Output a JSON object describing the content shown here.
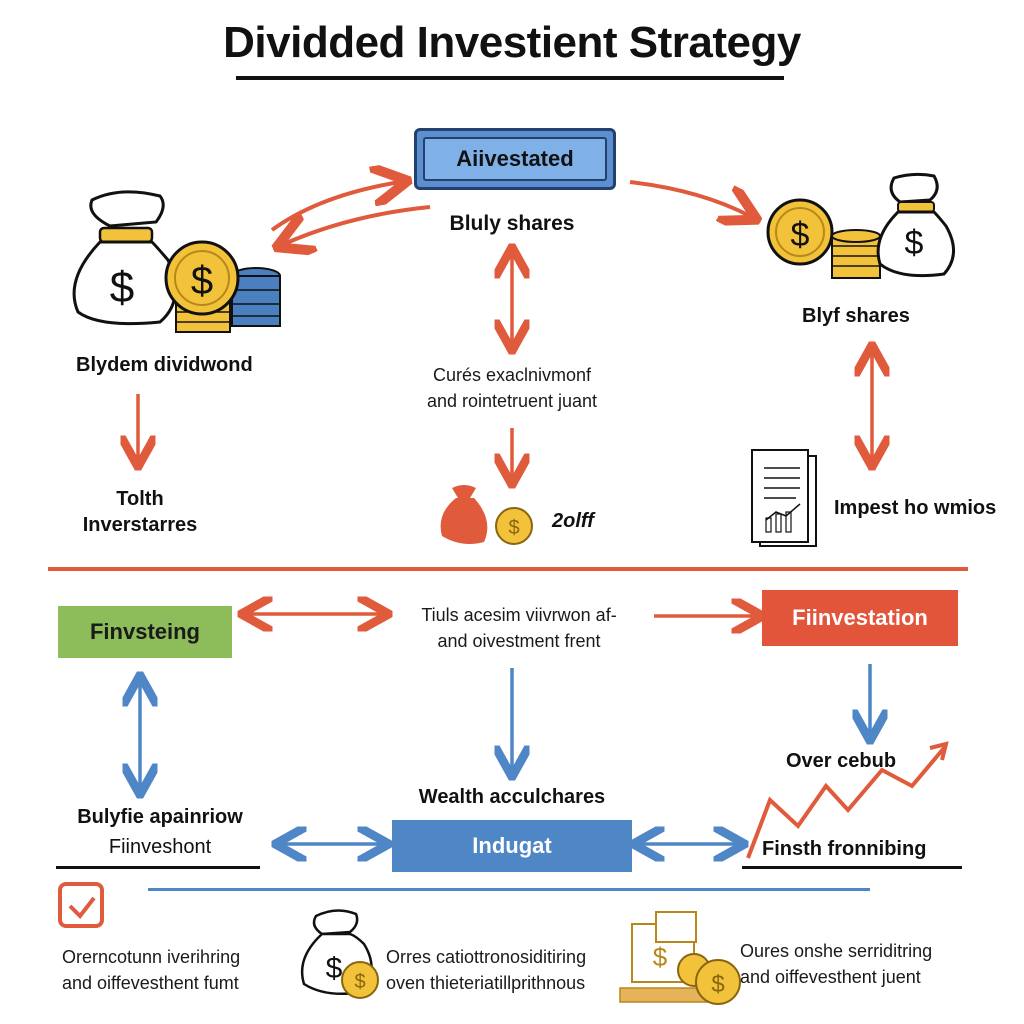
{
  "title": "Dividded Investient Strategy",
  "top_box": {
    "label": "Aiivestated",
    "sublabel": "Bluly shares"
  },
  "left_top": {
    "label": "Blydem dividwond"
  },
  "left_mid": {
    "line1": "Tolth",
    "line2": "Inverstarres"
  },
  "center_text": {
    "line1": "Curés exaclnivmonf",
    "line2": "and rointetruent juant"
  },
  "center_amount": "2olff",
  "right_top": {
    "label": "Blyf shares"
  },
  "right_mid": {
    "label": "Impest ho wmios"
  },
  "row2": {
    "left_box": "Finvsteing",
    "center_text": {
      "line1": "Tiuls acesim viivrwon af-",
      "line2": "and oivestment frent"
    },
    "right_box": "Fiinvestation"
  },
  "row3": {
    "left": {
      "line1": "Bulyfie apainriow",
      "line2": "Fiinveshont"
    },
    "center_title": "Wealth acculchares",
    "center_box": "Indugat",
    "right_top": "Over cebub",
    "right_bottom": "Finsth fronnibing"
  },
  "bottom": {
    "left": {
      "line1": "Orerncotunn iverihring",
      "line2": "and oiffevesthent fumt"
    },
    "center": {
      "line1": "Orres catiottronosiditiring",
      "line2": "oven thieteriatillprithnous"
    },
    "right": {
      "line1": "Oures onshe serriditring",
      "line2": "and oiffevesthent juent"
    }
  },
  "colors": {
    "arrow_red": "#e05a3c",
    "arrow_blue": "#4f86c6",
    "gold": "#f2c23a",
    "coin_blue": "#4a7fc0"
  },
  "icons": [
    "money-bag-icon",
    "coin-icon",
    "coin-stack-icon",
    "document-chart-icon",
    "growth-arrow-icon",
    "checkbox-icon",
    "cash-stack-icon"
  ]
}
